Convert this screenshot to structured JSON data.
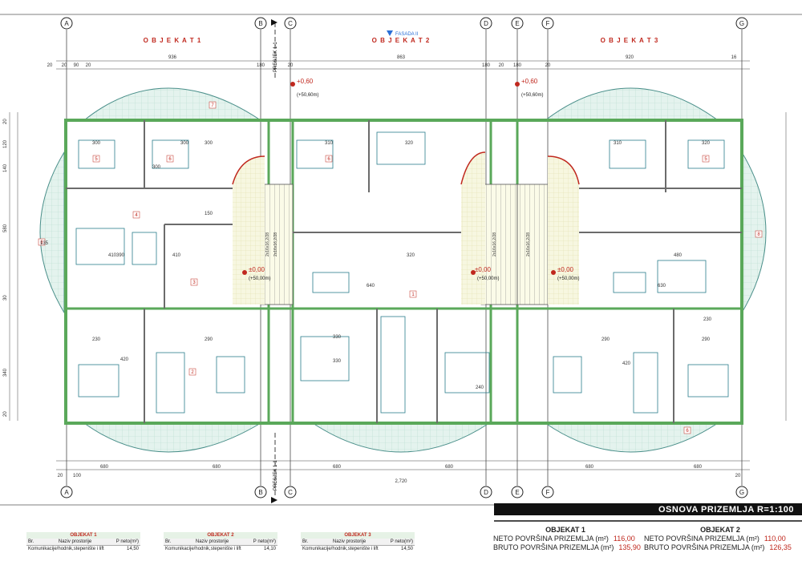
{
  "axes": [
    "A",
    "B",
    "C",
    "D",
    "E",
    "F",
    "G"
  ],
  "building_labels": [
    "O B J E K A T   1",
    "O B J E K A T   2",
    "O B J E K A T   3"
  ],
  "section_label": "PRESJEK 1-1",
  "facade_label": "FASADA II",
  "levels": {
    "top_left": [
      "+0,60",
      "(+50,60m)"
    ],
    "top_right": [
      "+0,60",
      "(+50,60m)"
    ],
    "mid_left": [
      "±0,00",
      "(+50,00m)"
    ],
    "mid_center": [
      "±0,00",
      "(+50,00m)"
    ],
    "mid_right": [
      "±0,00",
      "(+50,00m)"
    ]
  },
  "top_dimensions": [
    "936",
    "863",
    "920",
    "20",
    "20",
    "90",
    "20",
    "180",
    "20",
    "180",
    "20",
    "180",
    "20",
    "16"
  ],
  "bottom_dimensions": [
    "680",
    "680",
    "680",
    "680",
    "680",
    "680",
    "2,720",
    "20",
    "100",
    "20"
  ],
  "left_dimensions": [
    "580",
    "340",
    "120",
    "140",
    "20",
    "30",
    "20"
  ],
  "room_numbers": [
    "1",
    "2",
    "3",
    "4",
    "5",
    "6",
    "7",
    "8"
  ],
  "room_sizes": [
    "300",
    "300",
    "310",
    "320",
    "310",
    "320",
    "300",
    "300",
    "410",
    "390",
    "410",
    "320",
    "640",
    "630",
    "480",
    "330",
    "330",
    "420",
    "420",
    "290",
    "290",
    "290",
    "240",
    "230",
    "230",
    "150",
    "135"
  ],
  "stair_labels": [
    "2x16x16,2/28",
    "2x16x16,2/28",
    "2x16x16,2/28",
    "2x16x16,2/28"
  ],
  "sheet_title": "OSNOVA PRIZEMLJA  R=1:100",
  "tables": [
    {
      "title": "OBJEKAT 1",
      "header": [
        "Br.",
        "Naziv prostorije",
        "P neto(m²)"
      ],
      "row": [
        "Komunikacije/hodnik,stepenište i lift",
        "14,50"
      ]
    },
    {
      "title": "OBJEKAT 2",
      "header": [
        "Br.",
        "Naziv prostorije",
        "P neto(m²)"
      ],
      "row": [
        "Komunikacije/hodnik,stepenište i lift",
        "14,10"
      ]
    },
    {
      "title": "OBJEKAT 3",
      "header": [
        "Br.",
        "Naziv prostorije",
        "P neto(m²)"
      ],
      "row": [
        "Komunikacije/hodnik,stepenište i lift",
        "14,50"
      ]
    }
  ],
  "summaries": [
    {
      "title": "OBJEKAT 1",
      "neto_label": "NETO POVRŠINA PRIZEMLJA (m²)",
      "neto": "116,00",
      "bruto_label": "BRUTO POVRŠINA PRIZEMLJA (m²)",
      "bruto": "135,90"
    },
    {
      "title": "OBJEKAT 2",
      "neto_label": "NETO POVRŠINA PRIZEMLJA (m²)",
      "neto": "110,00",
      "bruto_label": "BRUTO POVRŠINA PRIZEMLJA (m²)",
      "bruto": "126,35"
    }
  ],
  "colors": {
    "wall": "#5aa85a",
    "grid": "#2b2b2b",
    "red": "#c0281e",
    "furniture": "#2a7d8c",
    "balcony": "#dcefea",
    "stair": "#f2f0a8",
    "title_bar": "#111111",
    "facade": "#2a6fd6"
  }
}
